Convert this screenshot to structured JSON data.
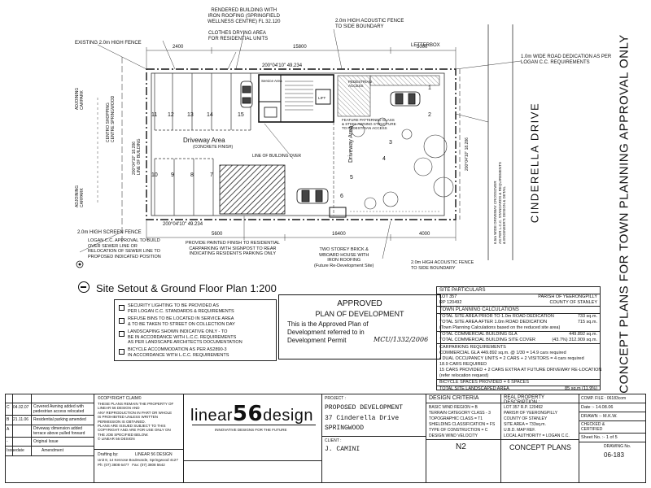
{
  "sheet": {
    "vertical_title": "CONCEPT PLANS FOR TOWN PLANNING APPROVAL ONLY",
    "road_name": "CINDERELLA DRIVE"
  },
  "site_labels": {
    "rendered_building": "RENDERED BUILDING WITH\nIRON ROOFING (SPRINGFIELD\nWELLNESS CENTRE) FL 32.120",
    "clothes_drying": "CLOTHES DRYING AREA\nFOR RESIDENTIAL UNITS",
    "existing_fence": "EXISTING 2.0m HIGH FENCE",
    "acoustic_fence_top": "2.0m HIGH ACOUSTIC FENCE\nTO SIDE BOUNDARY",
    "letterbox": "LETTERBOX",
    "road_dedication": "1.0m WIDE ROAD DEDICATION AS PER\nLOGAN C.C. REQUIREMENTS",
    "adjoining_carpark": "ADJOINING\nCARPARK",
    "centro_shopping": "CENTRO SHOPPING\nCENTRE SPRINGWOOD",
    "adjoining_carpark_2": "ADJOINING\nCARPARK",
    "screen_fence": "2.0m HIGH SCREEN FENCE",
    "driveway_area": "Driveway Area",
    "driveway_finish": "(CONCRETE FINISH)",
    "driveway_area_2": "Driveway Area",
    "line_of_building": "LINE OF BUILDING",
    "line_of_building_over": "LINE OF BUILDING OVER",
    "feature_patterned": "FEATURE PATTERNED GLASS\n& STEEL AWNING STRUCTURE\nTO PEDESTRIAN ACCESS",
    "pedestrian_access": "PEDESTRIAN\nACCESS",
    "service_area": "Service Area",
    "lift": "LIFT",
    "bearing_top": "200°04'10\" 49.234",
    "bearing_bottom": "200°04'10\" 49.234",
    "bearing_left": "200°04'10\" 18.286",
    "bearing_right": "200°04'10\" 18.286",
    "logan_sewer": "LOGAN C.C. APPROVAL TO BUILD\nOVER SEWER LINE OR\nRELOCATION OF SEWER LINE TO\nPROPOSED INDICATED POSITION",
    "painted_finish": "PROVIDE PAINTED FINISH TO RESIDENTIAL\nCARPARKING WITH SIGNPOST TO REAR\nINDICATING RESIDENTS PARKING ONLY",
    "two_storey": "TWO STOREY BRICK &\nWBOARD HOUSE WITH\nIRON ROOFING\n(Future Re-Development Site)",
    "acoustic_fence_bottom": "2.0m HIGH ACOUSTIC FENCE\nTO SIDE BOUNDARY",
    "crossover": "6.5m WIDE DRIVEWAY CROSSOVER\nAS PER L.C.C. STANDARDS & REQUIREMENTS\n& ENGINEER'S DESIGN & DETAIL",
    "dims_top": [
      "2400",
      "15800",
      "5000"
    ],
    "dims_bottom": [
      "5600",
      "16400",
      "4000"
    ],
    "bay_numbers_top": [
      "11",
      "12",
      "13",
      "14",
      "15"
    ],
    "bay_numbers_bottom": [
      "10",
      "9",
      "8",
      "7"
    ],
    "bay_numbers_right": [
      "1",
      "2",
      "3",
      "4",
      "5",
      "6"
    ]
  },
  "plan_title": "Site Setout & Ground Floor Plan  1:200",
  "notes": [
    "SECURITY LIGHTING TO BE PROVIDED AS\nPER LOGAN C.C. STANDARDS & REQUIREMENTS",
    "REFUSE BINS TO BE LOCATED IN SERVICE AREA\n& TO BE TAKEN TO STREET ON COLLECTION DAY",
    "LANDSCAPING SHOWN INDICATIVE ONLY - TO\nBE IN ACCORDANCE WITH L.C.C. REQUIREMENTS\nAS PER LANDSCAPE ARCHITECTS DOCUMENTATION",
    "BICYCLE ACCOMMODATION AS PER AS2890-3\nIN ACCORDANCE WITH L.C.C. REQUIREMENTS"
  ],
  "stamp": {
    "line1": "APPROVED",
    "line2": "PLAN OF DEVELOPMENT",
    "body": "This is the Approved Plan of\nDevelopment referred to in\nDevelopment Permit",
    "handwritten": "MCU/1332/2006"
  },
  "site_particulars": {
    "header": "SITE PARTICULARS",
    "lot": "LOT 357",
    "rp": "RP 120492",
    "parish": "PARISH OF YEERONGPILLY",
    "county": "COUNTY OF STANLEY",
    "calc_header": "TOWN PLANNING CALCULATIONS",
    "rows": [
      {
        "label": "TOTAL SITE AREA PRIOR TO 1.0m ROAD DEDICATION",
        "value": "733 sq.m."
      },
      {
        "label": "TOTAL SITE AREA AFTER 1.0m ROAD DEDICATION",
        "value": "715 sq.m."
      },
      {
        "label": "(Town Planning Calculations based on the reduced site area)",
        "value": ""
      },
      {
        "label": "TOTAL COMMERCIAL BUILDING GLA",
        "value": "449.892 sq.m."
      },
      {
        "label": "TOTAL COMMERCIAL BUILDING SITE COVER",
        "value": "(43.7%) 312.909 sq.m."
      }
    ],
    "carparking_header": "CARPARKING REQUIREMENTS",
    "carparking_rows": [
      "COMMERCIAL GLA 449.892 sq.m. @ 1/30 = 14.9 cars required",
      "• DUAL OCCUPANCY UNITS = 2 CARS + 2 VISITORS = 4 cars required",
      "18.9 CARS REQUIRED",
      "15 CARS PROVIDED + 2 CARS EXTRA AT FUTURE DRIVEWAY RE-LOCATION",
      "(refer relocation request)"
    ],
    "bicycle": "BICYCLE SPACES PROVIDED = 6 SPACES",
    "landscaped_label": "TOTAL SITE LANDSCAPED AREA",
    "landscaped_value": "85 sq.m (11.9%)"
  },
  "revisions": {
    "rows": [
      {
        "rev": "C",
        "date": "04.02.07",
        "text": "Covered Awning added with\npedestrian access relocated"
      },
      {
        "rev": "B",
        "date": "21.11.06",
        "text": "Residential parking amended"
      },
      {
        "rev": "A",
        "date": "",
        "text": "Driveway dimension added\nterrace above pulled forward"
      },
      {
        "rev": "-",
        "date": "",
        "text": "Original Issue"
      }
    ],
    "col_rev": "Issue",
    "col_date": "date",
    "col_text": "Amendment"
  },
  "copyright": {
    "header": "©COPYRIGHT CLAIM©",
    "text": "THESE PLANS REMAIN THE PROPERTY OF\nLINEAR 56 DESIGN AND\nANY REPRODUCTION IN PART OR WHOLE\nIS PROHIBITED UNLESS WRITTEN\nPERMISSION IS OBTAINED.\nPLANS ARE ISSUED SUBJECT TO THIS\nCOPYRIGHT AND ARE FOR USE ONLY ON\nTHE JOB SPECIFIED BELOW.\n© LINEAR 56 DESIGN",
    "drafting_label": "Drafting by:",
    "drafting_text": "LINEAR 56 DESIGN",
    "address": "Unit 8, 14 Kenrose Boulevarde, Springwood 4127\nPh: (07) 3808 6477   Fax: (07) 3808 5642"
  },
  "logo": {
    "left": "linear",
    "num": "56",
    "right": "design",
    "tagline": "INNOVATIVE DESIGNS FOR THE FUTURE"
  },
  "project": {
    "label": "PROJECT :",
    "name": "PROPOSED DEVELOPMENT",
    "address1": "37 Cinderella Drive",
    "address2": "SPRINGWOOD",
    "client_label": "CLIENT :",
    "client": "J. CAMINI"
  },
  "design_criteria": {
    "header": "DESIGN CRITERIA",
    "rows": [
      "BASIC WIND REGION = B",
      "TERRAIN CATEGORY CLASS - 3",
      "TOPOGRAPHIC CLASS = T1",
      "SHIELDING CLASSIFICATION = FS",
      "TYPE OF CONSTRUCTION = C",
      "DESIGN WIND VELOCITY"
    ],
    "value": "N2"
  },
  "real_property": {
    "header": "REAL PROPERTY DESCRIPTION :",
    "rows": [
      "LOT 357        R.P. 120492",
      "PARISH OF YEERONGPILLY",
      "COUNTY OF STANLEY",
      "SITE AREA = 733sq.m.",
      "U.B.D. MAP          REF.",
      "LOCAL AUTHORITY = LOGAN C.C."
    ],
    "sheet_title": "CONCEPT PLANS"
  },
  "file_info": {
    "comp_file": "COMP. FILE : 06183com",
    "date": "Date :- 14.08.06",
    "drawn": "DRAWN :- M.K.W.",
    "checked": "CHECKED &\nCERTIFIED",
    "sheet": "Sheet No. :- 1 of 5",
    "drawing_no_label": "DRAWING No.",
    "drawing_no": "06-183"
  }
}
